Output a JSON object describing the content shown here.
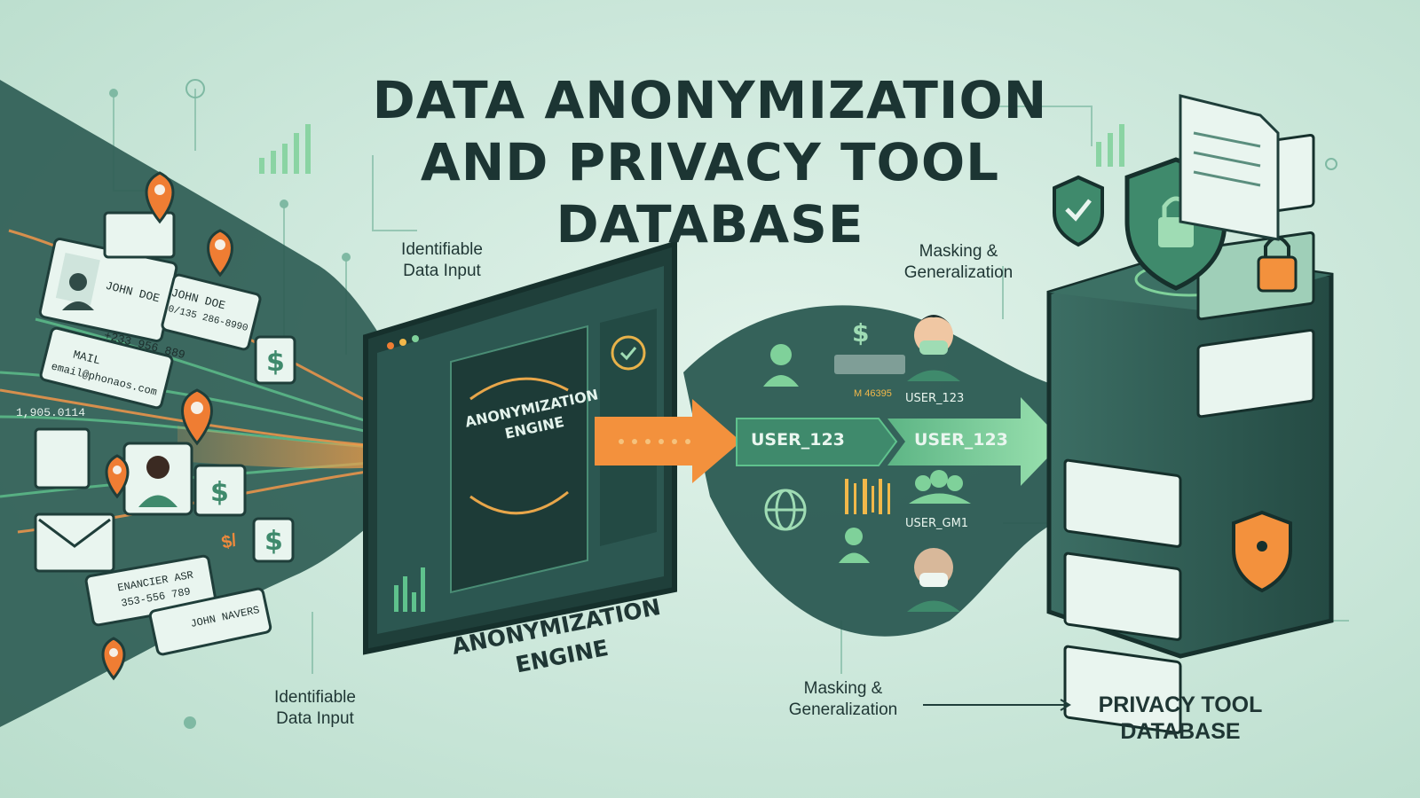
{
  "title": {
    "line1": "DATA ANONYMIZATION",
    "line2": "AND PRIVACY TOOL",
    "line3": "DATABASE"
  },
  "captions": {
    "identifiable_top_1": "Identifiable",
    "identifiable_top_2": "Data Input",
    "masking_top_1": "Masking &",
    "masking_top_2": "Generalization",
    "identifiable_bottom_1": "Identifiable",
    "identifiable_bottom_2": "Data Input",
    "masking_bottom_1": "Masking &",
    "masking_bottom_2": "Generalization",
    "privacy_db_1": "PRIVACY TOOL",
    "privacy_db_2": "DATABASE"
  },
  "engine": {
    "screen_line1": "ANONYMIZATION",
    "screen_line2": "ENGINE",
    "label_line1": "ANONYMIZATION",
    "label_line2": "ENGINE"
  },
  "input_cards": {
    "john_doe_1": "JOHN DOE",
    "phone_1": "+233 956 889",
    "john_doe_2": "JOHN DOE",
    "phone_2": "0/135 286-8990",
    "mail_label": "MAIL",
    "email": "email@phonaos.com",
    "number_stream": "1,905.0114",
    "financier": "ENANCIER ASR",
    "phone_3": "353-556 789",
    "john_navers": "JOHN NAVERS",
    "symbol": "$/"
  },
  "output": {
    "user_tag_1": "USER_123",
    "user_tag_2": "USER_123",
    "user_small": "USER_123",
    "user_group": "USER_GM1",
    "masked_code": "M 46395"
  },
  "colors": {
    "dark_teal": "#1f4a45",
    "mid_green": "#3f8a6c",
    "accent_orange": "#f08a3c",
    "light_green": "#9fdcb4"
  }
}
